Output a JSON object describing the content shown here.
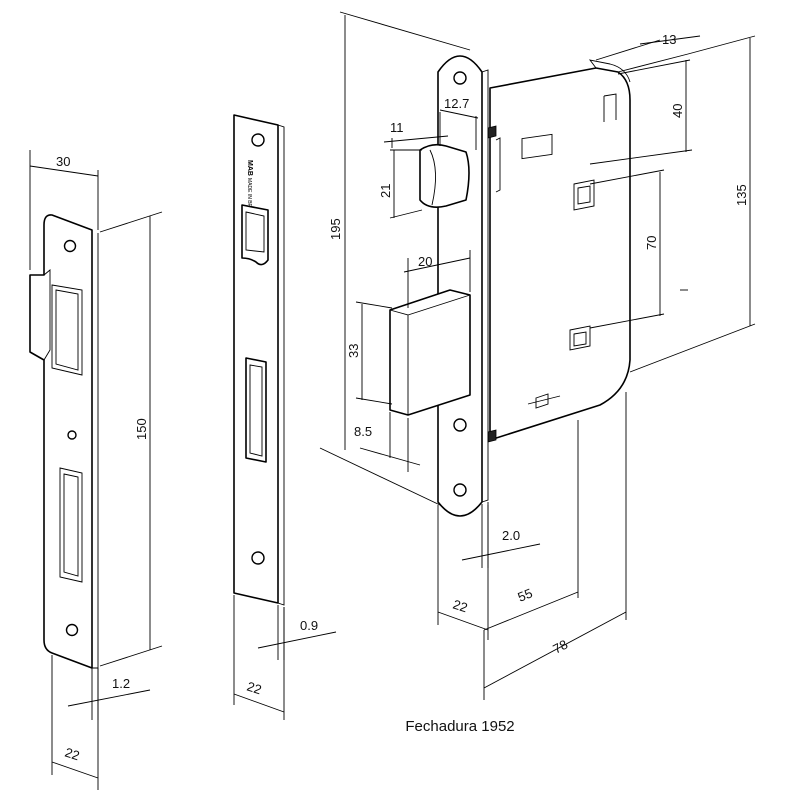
{
  "caption": "Fechadura 1952",
  "strike_plate": {
    "width": "30",
    "length": "150",
    "thickness": "1.2",
    "depth": "22"
  },
  "front_plate": {
    "brand_text": "MAB",
    "origin_text": "MADE IN BRAZIL",
    "thickness": "0.9",
    "depth": "22"
  },
  "lock_body": {
    "overall_height": "195",
    "case_width_top": "13",
    "top_offset": "40",
    "case_height": "135",
    "latch_offset": "12.7",
    "latch_width": "11",
    "latch_height": "21",
    "bolt_width": "20",
    "bolt_height": "33",
    "bolt_projection": "8.5",
    "spindle_spacing": "70",
    "plate_thickness": "2.0",
    "faceplate_width": "22",
    "backset": "55",
    "case_depth": "78"
  }
}
